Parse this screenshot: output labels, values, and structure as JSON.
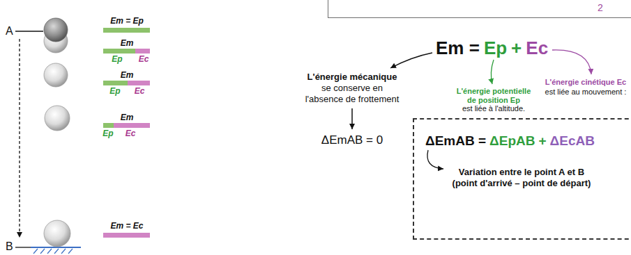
{
  "diagram": {
    "nodes": [
      {
        "text": [
          "2"
        ]
      },
      {
        "text": [
          "ΔEmAB =",
          "ΔEpAB",
          "+",
          "ΔEcAB",
          "Variation entre le point A et B (point d'arrivé – point de départ)"
        ]
      }
    ],
    "labels": [
      "A",
      "B",
      "Em = Ep",
      "Em",
      "Ep",
      "Ec",
      "Em",
      "Ep",
      "Ec",
      "Em",
      "Ep",
      "Ec",
      "Em = Ec",
      "Em =",
      "Ep",
      "+",
      "Ec",
      "L'énergie mécanique",
      "se conserve en l'absence de frottement",
      "ΔEmAB = 0",
      "L'énergie potentielle de position Ep",
      "est liée à l'altitude.",
      "L'énergie cinétique Ec",
      "est liée au mouvement :"
    ]
  }
}
